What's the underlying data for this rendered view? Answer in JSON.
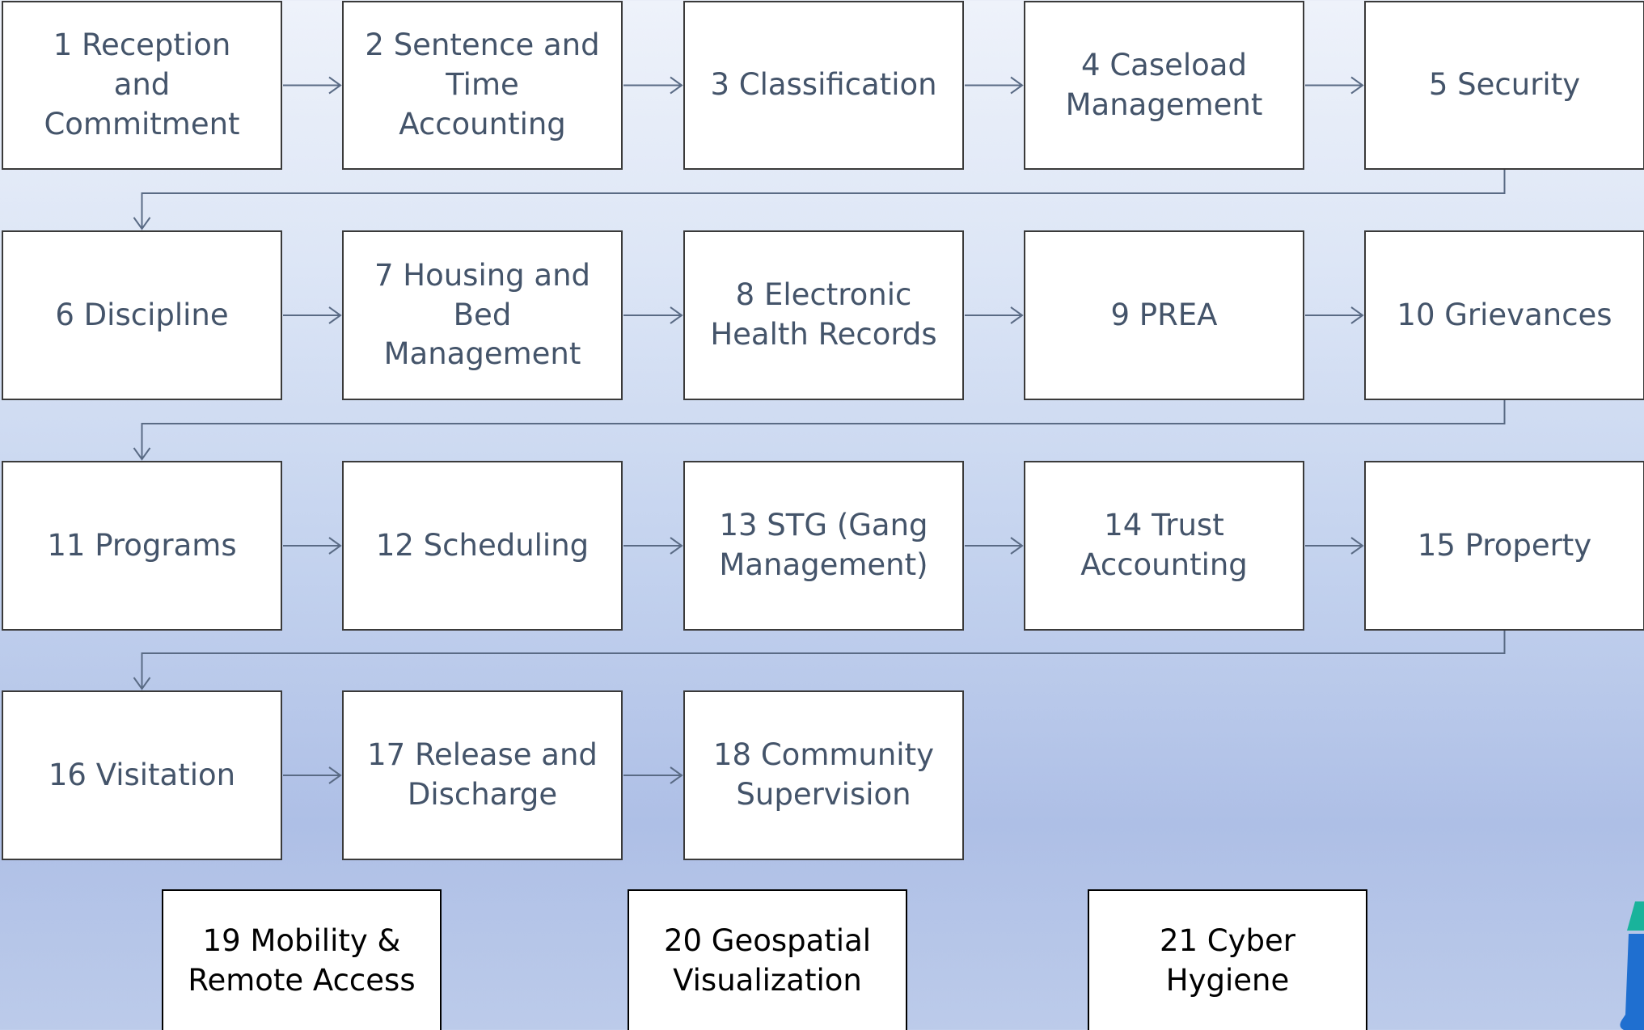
{
  "colors": {
    "box_fill": "#ffffff",
    "box_border": "#3a3a3a",
    "main_text": "#44546a",
    "extra_text": "#000000",
    "connector": "#5a6b85",
    "background_top": "#eef2fa",
    "background_bottom": "#aebfe6",
    "logo_blue": "#1f6fd0",
    "logo_teal": "#19b39b"
  },
  "process_steps": [
    {
      "label": "1 Reception and Commitment"
    },
    {
      "label": "2 Sentence and Time Accounting"
    },
    {
      "label": "3 Classification"
    },
    {
      "label": "4 Caseload Management"
    },
    {
      "label": "5 Security"
    },
    {
      "label": "6 Discipline"
    },
    {
      "label": "7 Housing and Bed Management"
    },
    {
      "label": "8 Electronic Health Records"
    },
    {
      "label": "9 PREA"
    },
    {
      "label": "10 Grievances"
    },
    {
      "label": "11 Programs"
    },
    {
      "label": "12 Scheduling"
    },
    {
      "label": "13 STG (Gang Management)"
    },
    {
      "label": "14 Trust Accounting"
    },
    {
      "label": "15 Property"
    },
    {
      "label": "16 Visitation"
    },
    {
      "label": "17 Release and Discharge"
    },
    {
      "label": "18 Community Supervision"
    }
  ],
  "extra_capabilities": [
    {
      "label": "19 Mobility & Remote Access"
    },
    {
      "label": "20 Geospatial Visualization"
    },
    {
      "label": "21 Cyber Hygiene"
    }
  ],
  "logo": {
    "icon": "partial-logo-icon"
  }
}
